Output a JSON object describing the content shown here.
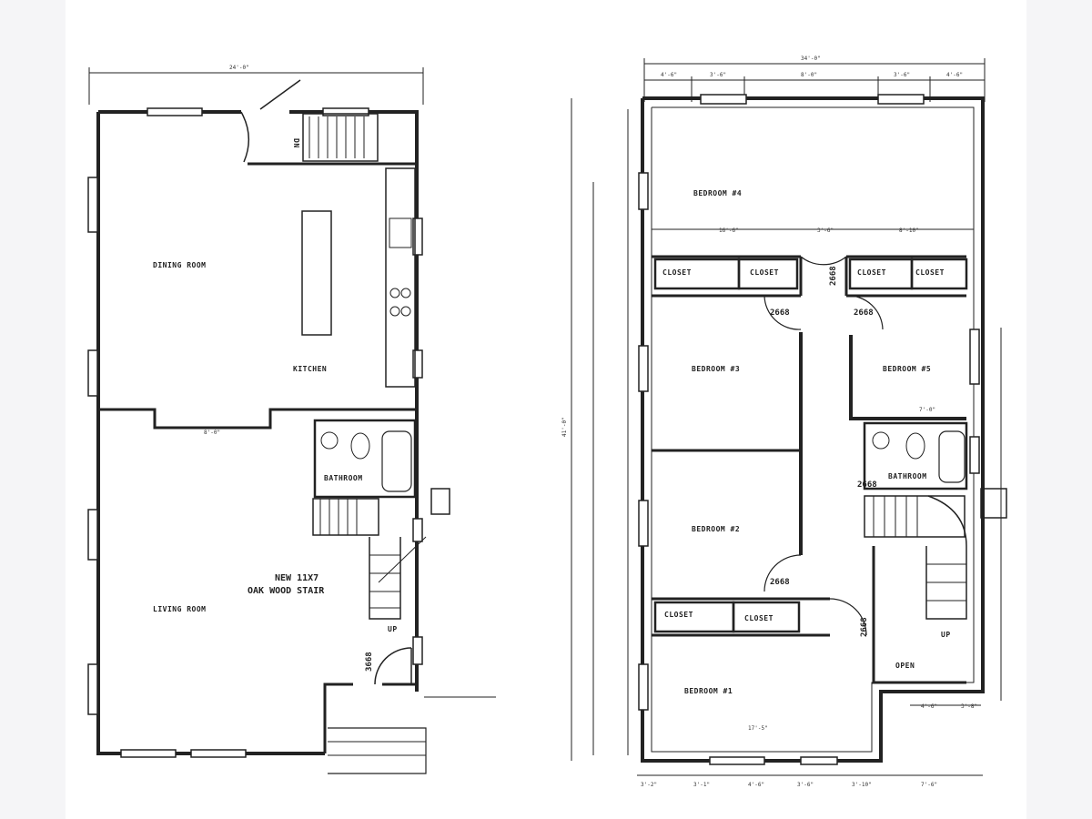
{
  "first_floor": {
    "overall_dimension": "24'-0\"",
    "rooms": {
      "dining_room": "DINING ROOM",
      "kitchen": "KITCHEN",
      "living_room": "LIVING ROOM",
      "bathroom": "BATHROOM"
    },
    "opening_dimension": "8'-0\"",
    "stair_note_line1": "NEW 11X7",
    "stair_note_line2": "OAK WOOD STAIR",
    "up_label": "UP",
    "dn_label": "DN",
    "entry_door": "3668"
  },
  "second_floor": {
    "overall_dimension": "34'-0\"",
    "top_dimensions": [
      "4'-6\"",
      "3'-6\"",
      "8'-0\"",
      "3'-6\"",
      "4'-6\""
    ],
    "bottom_dimensions": [
      "3'-2\"",
      "3'-1\"",
      "4'-6\"",
      "3'-6\"",
      "3'-10\"",
      "7'-6\""
    ],
    "left_dimension": "41'-0\"",
    "rooms": {
      "bedroom4": "BEDROOM #4",
      "bedroom3": "BEDROOM #3",
      "bedroom5": "BEDROOM #5",
      "bedroom2": "BEDROOM #2",
      "bedroom1": "BEDROOM #1",
      "bathroom": "BATHROOM",
      "open": "OPEN"
    },
    "closets": [
      "CLOSET",
      "CLOSET",
      "CLOSET",
      "CLOSET",
      "CLOSET",
      "CLOSET"
    ],
    "doors": [
      "2668",
      "2668",
      "2668",
      "2668",
      "2668",
      "2668"
    ],
    "interior_dimensions": [
      "16'-6\"",
      "3'-6\"",
      "8'-10\"",
      "7'-0\"",
      "17'-5\"",
      "4'-6\"",
      "3'-8\""
    ],
    "up_label": "UP"
  }
}
